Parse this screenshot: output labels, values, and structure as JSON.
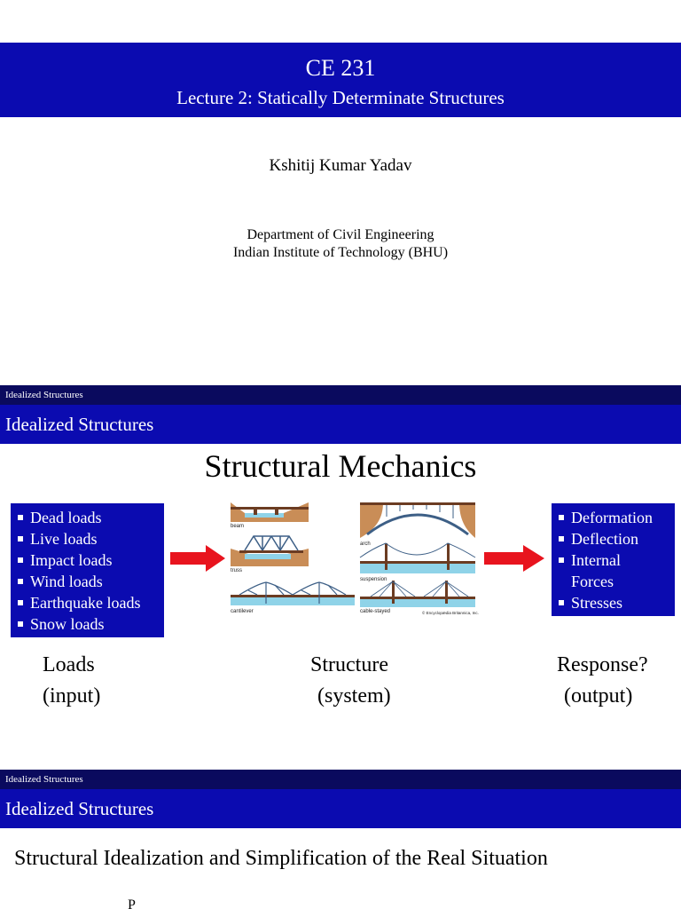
{
  "slide1": {
    "course_code": "CE 231",
    "lecture_title": "Lecture 2: Statically Determinate Structures",
    "author": "Kshitij Kumar Yadav",
    "department": "Department of Civil Engineering",
    "institute": "Indian Institute of Technology (BHU)"
  },
  "slide2": {
    "top_strip": "Idealized Structures",
    "title": "Idealized Structures",
    "heading": "Structural Mechanics",
    "loads": [
      "Dead loads",
      "Live loads",
      "Impact loads",
      "Wind loads",
      "Earthquake loads",
      "Snow loads"
    ],
    "responses": [
      "Deformation",
      "Deflection",
      "Internal",
      "Forces",
      "Stresses"
    ],
    "bridge_labels": [
      "beam",
      "arch",
      "truss",
      "suspension",
      "cantilever",
      "cable-stayed"
    ],
    "bridge_credit": "© Encyclopædia Britannica, Inc.",
    "caption_loads": [
      "Loads",
      "(input)"
    ],
    "caption_structure": [
      "Structure",
      "(system)"
    ],
    "caption_response": [
      "Response?",
      "(output)"
    ],
    "colors": {
      "band": "#0b0bb0",
      "strip": "#0a0a5e",
      "arrow": "#e8141e"
    }
  },
  "slide3": {
    "top_strip": "Idealized Structures",
    "title": "Idealized Structures",
    "subheading": "Structural Idealization and Simplification of the Real Situation",
    "partial_label": "P"
  }
}
